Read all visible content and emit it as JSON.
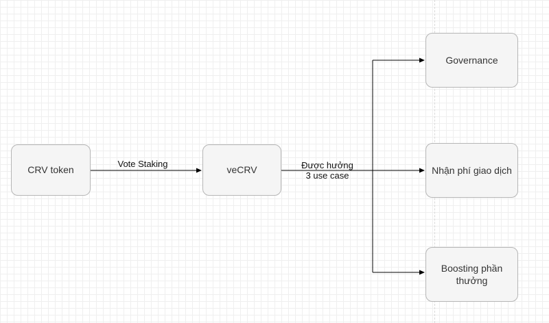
{
  "diagram": {
    "nodes": {
      "crv_token": "CRV token",
      "vecrv": "veCRV",
      "governance": "Governance",
      "fees": "Nhận phí giao dịch",
      "boosting": "Boosting phần thưởng"
    },
    "edges": {
      "staking_label": "Vote Staking",
      "use_case_line1": "Được hưởng",
      "use_case_line2": "3 use case"
    }
  }
}
